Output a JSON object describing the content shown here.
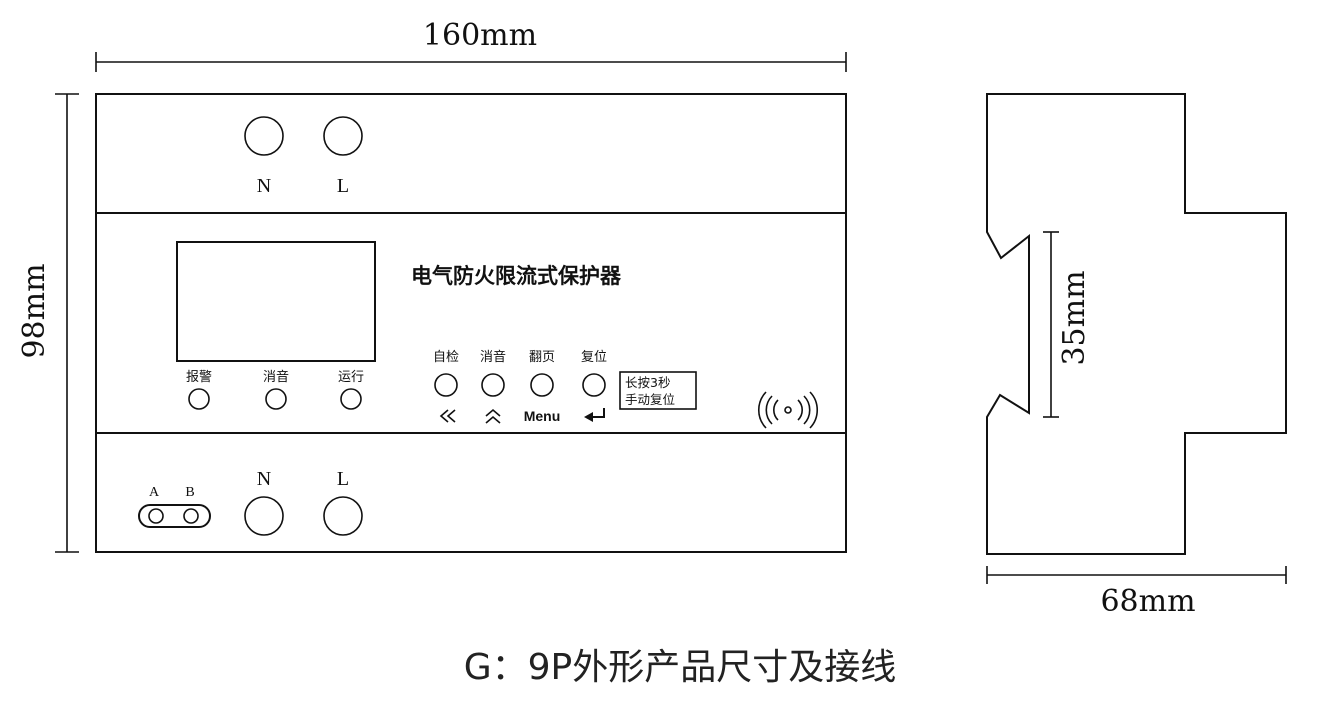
{
  "dimensions": {
    "width": "160mm",
    "height": "98mm",
    "rail": "35mm",
    "depth": "68mm"
  },
  "terminals": {
    "top_n": "N",
    "top_l": "L",
    "bottom_n": "N",
    "bottom_l": "L",
    "comm_a": "A",
    "comm_b": "B"
  },
  "panel": {
    "title": "电气防火限流式保护器",
    "indicators": [
      "报警",
      "消音",
      "运行"
    ],
    "buttons": [
      "自检",
      "消音",
      "翻页",
      "复位"
    ],
    "button_symbols": [
      "≪",
      "︽",
      "Menu",
      "↵"
    ],
    "note_line1": "长按3秒",
    "note_line2": "手动复位"
  },
  "caption": "G：9P外形产品尺寸及接线"
}
